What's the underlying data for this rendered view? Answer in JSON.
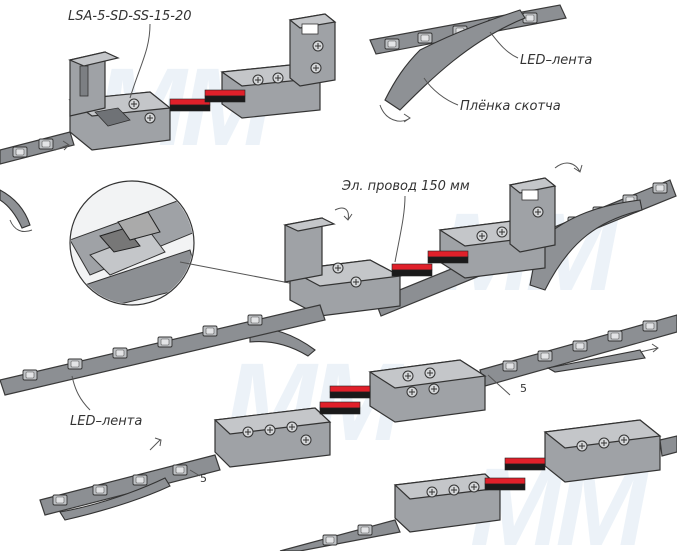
{
  "labels": {
    "model": "LSA-5-SD-SS-15-20",
    "led_strip_top": "LED–лента",
    "tape_film": "Плёнка скотча",
    "wire": "Эл. провод 150 мм",
    "led_strip_bottom": "LED–лента",
    "gap_1": "5",
    "gap_2": "5"
  },
  "watermark": "MM",
  "colors": {
    "strip": "#8c8f93",
    "connector": "#9fa2a6",
    "wire_red": "#e0202a",
    "wire_black": "#1a1a1a",
    "watermark": "#dde9f4"
  }
}
